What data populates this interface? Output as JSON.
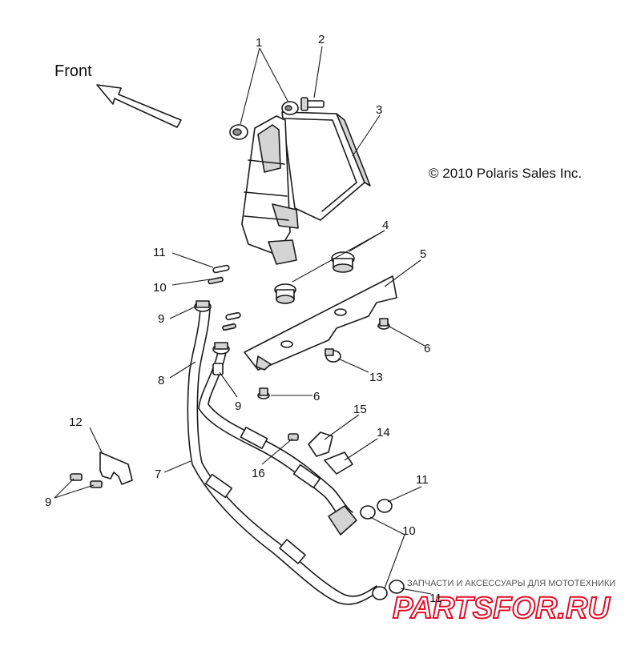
{
  "front_label": "Front",
  "copyright": "© 2010 Polaris Sales Inc.",
  "callouts": [
    "1",
    "2",
    "3",
    "4",
    "5",
    "6",
    "6",
    "7",
    "8",
    "9",
    "9",
    "9",
    "10",
    "10",
    "11",
    "11",
    "12",
    "13",
    "14",
    "15",
    "16"
  ],
  "watermark": {
    "tagline": "ЗАПЧАСТИ И АКСЕССУАРЫ ДЛЯ МОТОТЕХНИКИ",
    "logo": "PARTSFOR.RU",
    "logo_color": "#e0102a"
  }
}
